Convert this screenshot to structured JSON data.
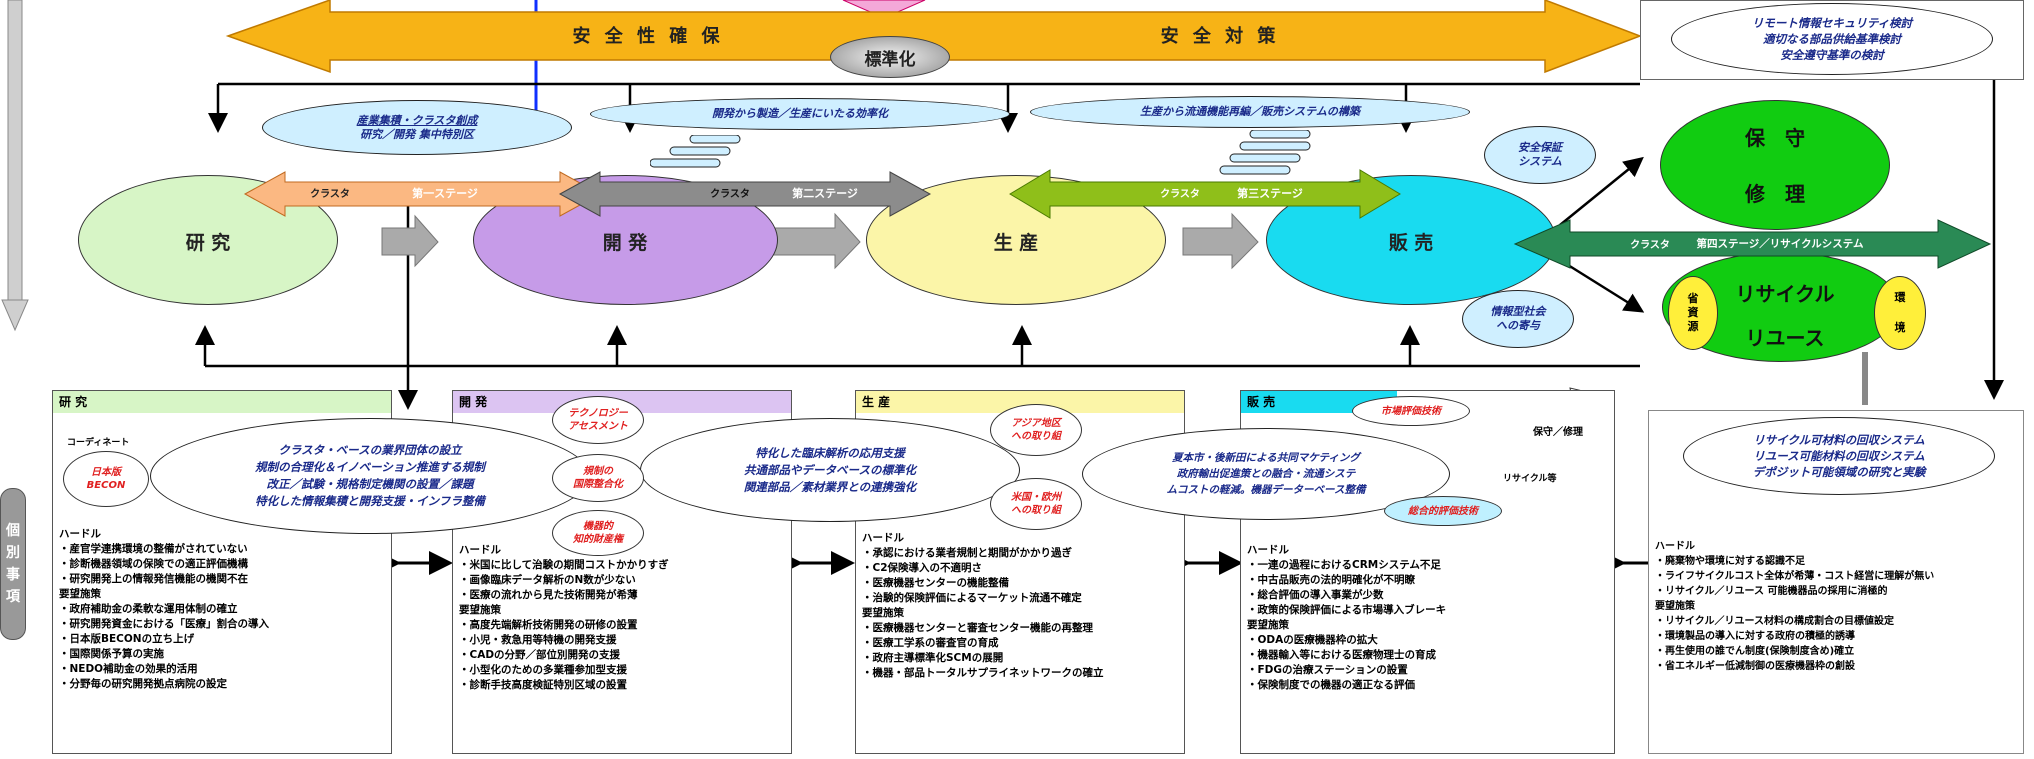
{
  "top": {
    "band_left": "安 全 性 確 保",
    "band_right": "安 全 対 策",
    "standardization": "標準化",
    "top_right_box": [
      "リモート情報セキュリティ検討",
      "適切なる部品供給基準検討",
      "安全遵守基準の検討"
    ]
  },
  "clouds": {
    "cluster_zone": [
      "産業集積・クラスタ創成",
      "研究／開発 集中特別区"
    ],
    "dev_to_prod": "開発から製造／生産にいたる効率化",
    "prod_to_sales": "生産から流通機能再編／販売システムの構築",
    "safety_system": [
      "安全保証",
      "システム"
    ],
    "info_society": [
      "情報型社会",
      "への寄与"
    ]
  },
  "stages": {
    "research": "研 究",
    "development": "開 発",
    "production": "生 産",
    "sales": "販 売",
    "maintenance": "保　守",
    "repair": "修　理",
    "recycle": "リサイクル",
    "reuse": "リユース",
    "resource_saving": [
      "省",
      "資",
      "源"
    ],
    "environment": [
      "環",
      "境"
    ]
  },
  "stage_arrows": {
    "s1_tag": "クラスタ",
    "s1": "第一ステージ",
    "s2_tag": "クラスタ",
    "s2": "第二ステージ",
    "s3_tag": "クラスタ",
    "s3": "第三ステージ",
    "s4_tag": "クラスタ",
    "s4": "第四ステージ／リサイクルシステム"
  },
  "side": {
    "individual": [
      "個",
      "別",
      "事",
      "項"
    ]
  },
  "panels": {
    "research": {
      "title": "研 究",
      "coordinator": "コーディネート",
      "becon": [
        "日本版",
        "BECON"
      ],
      "hurdle_label": "ハードル",
      "hurdles": [
        "・産官学連携環境の整備がされていない",
        "・診断機器領域の保険での適正評価機構",
        "・研究開発上の情報発信機能の機関不在"
      ],
      "needs_label": "要望施策",
      "needs": [
        "・政府補助金の柔軟な運用体制の確立",
        "・研究開発資金における「医療」割合の導入",
        "・日本版BECONの立ち上げ",
        "・国際関係予算の実施",
        "・NEDO補助金の効果的活用",
        "・分野毎の研究開発拠点病院の設定"
      ]
    },
    "development": {
      "title": "開 発",
      "hurdle_label": "ハードル",
      "hurdles": [
        "・米国に比して治験の期間コストかかりすぎ",
        "・画像臨床データ解析のN数が少ない",
        "・医療の流れから見た技術開発が希薄"
      ],
      "needs_label": "要望施策",
      "needs": [
        "・高度先端解析技術開発の研修の設置",
        "・小児・救急用等特機の開発支援",
        "・CADの分野／部位別開発の支援",
        "・小型化のための多業種参加型支援",
        "・診断手技高度検証特別区域の設置"
      ]
    },
    "production": {
      "title": "生 産",
      "hurdle_label": "ハードル",
      "hurdles": [
        "・承認における業者規制と期間がかかり過ぎ",
        "・C2保険導入の不適明さ",
        "・医療機器センターの機能整備",
        "・治験的保険評価によるマーケット流通不確定"
      ],
      "needs_label": "要望施策",
      "needs": [
        "・医療機器センターと審査センター機能の再整理",
        "・医療工学系の審査官の育成",
        "・政府主導標準化SCMの展開",
        "・機器・部品トータルサプライネットワークの確立"
      ]
    },
    "sales": {
      "title": "販 売",
      "hurdle_label": "ハードル",
      "hurdles": [
        "・一連の過程におけるCRMシステム不足",
        "・中古品販売の法的明確化が不明瞭",
        "・総合評価の導入事業が少数",
        "・政策的保険評価による市場導入ブレーキ"
      ],
      "needs_label": "要望施策",
      "needs": [
        "・ODAの医療機器枠の拡大",
        "・機器輸入等における医療物理士の育成",
        "・FDGの治療ステーションの設置",
        "・保険制度での機器の適正なる評価"
      ],
      "maint_label": "保守／修理",
      "recycle_label": "リサイクル等"
    },
    "recycle": {
      "top_lines": [
        "リサイクル可材料の回収システム",
        "リユース可能材料の回収システム",
        "デポジット可能領域の研究と実験"
      ],
      "hurdle_label": "ハードル",
      "hurdles": [
        "・廃棄物や環境に対する認識不足",
        "・ライフサイクルコスト全体が希薄・コスト経営に理解が無い",
        "・リサイクル／リユース 可能機器品の採用に消極的"
      ],
      "needs_label": "要望施策",
      "needs": [
        "・リサイクル／リユース材料の構成割合の目標値設定",
        "・環境製品の導入に対する政府の積極的誘導",
        "・再生使用の誰でん制度(保険制度含め)確立",
        "・省エネルギー低減制御の医療機器枠の創設"
      ]
    }
  },
  "white_bubbles": {
    "cluster_base": [
      "クラスタ・ベースの業界団体の設立",
      "規制の合理化＆イノベーション推進する規制",
      "改正／試験・規格制定機関の設置／課題",
      "特化した情報集積と開発支援・インフラ整備"
    ],
    "special_support": [
      "特化した臨床解析の応用支援",
      "共通部品やデータベースの標準化",
      "関連部品／素材業界との連携強化"
    ],
    "market_build": [
      "夏本市・後新田による共同マケティング",
      "政府輸出促進策との融合・流通システ",
      "ムコストの軽減。機器データーベース整備"
    ],
    "tech_assess": [
      "テクノロジー",
      "アセスメント"
    ],
    "regulation": [
      "規制の",
      "国際整合化"
    ],
    "device_ip": [
      "機器的",
      "知的財産権"
    ],
    "asia": [
      "アジア地区",
      "への取り組"
    ],
    "us_eu": [
      "米国・欧州",
      "への取り組"
    ],
    "market_eval": "市場評価技術",
    "total_eval": "総合的評価技術"
  }
}
